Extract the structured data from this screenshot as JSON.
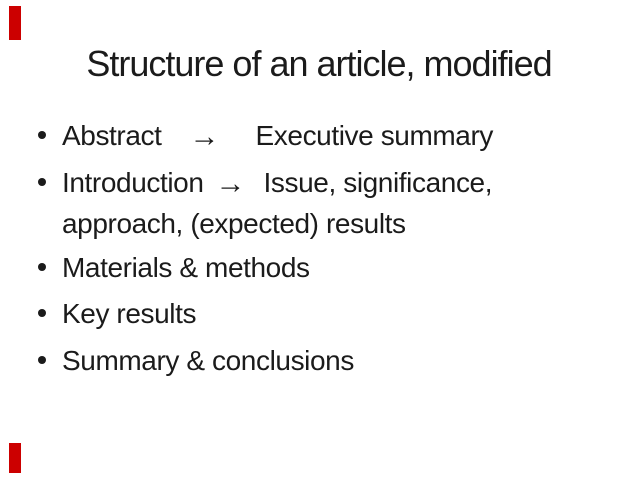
{
  "slide": {
    "title": "Structure of an article, modified",
    "colors": {
      "background": "#ffffff",
      "text": "#1b1b1b",
      "accent_red": "#cc0000"
    },
    "icons": {
      "bullet_dot": "•",
      "right_arrow": "→"
    },
    "bullets": [
      {
        "pre": "Abstract",
        "arrow": "→",
        "post": "Executive summary"
      },
      {
        "pre": "Introduction",
        "arrow": "→",
        "post": "Issue, significance,",
        "line2": "approach, (expected) results"
      },
      {
        "text": "Materials & methods"
      },
      {
        "text": "Key results"
      },
      {
        "text": "Summary & conclusions"
      }
    ]
  }
}
